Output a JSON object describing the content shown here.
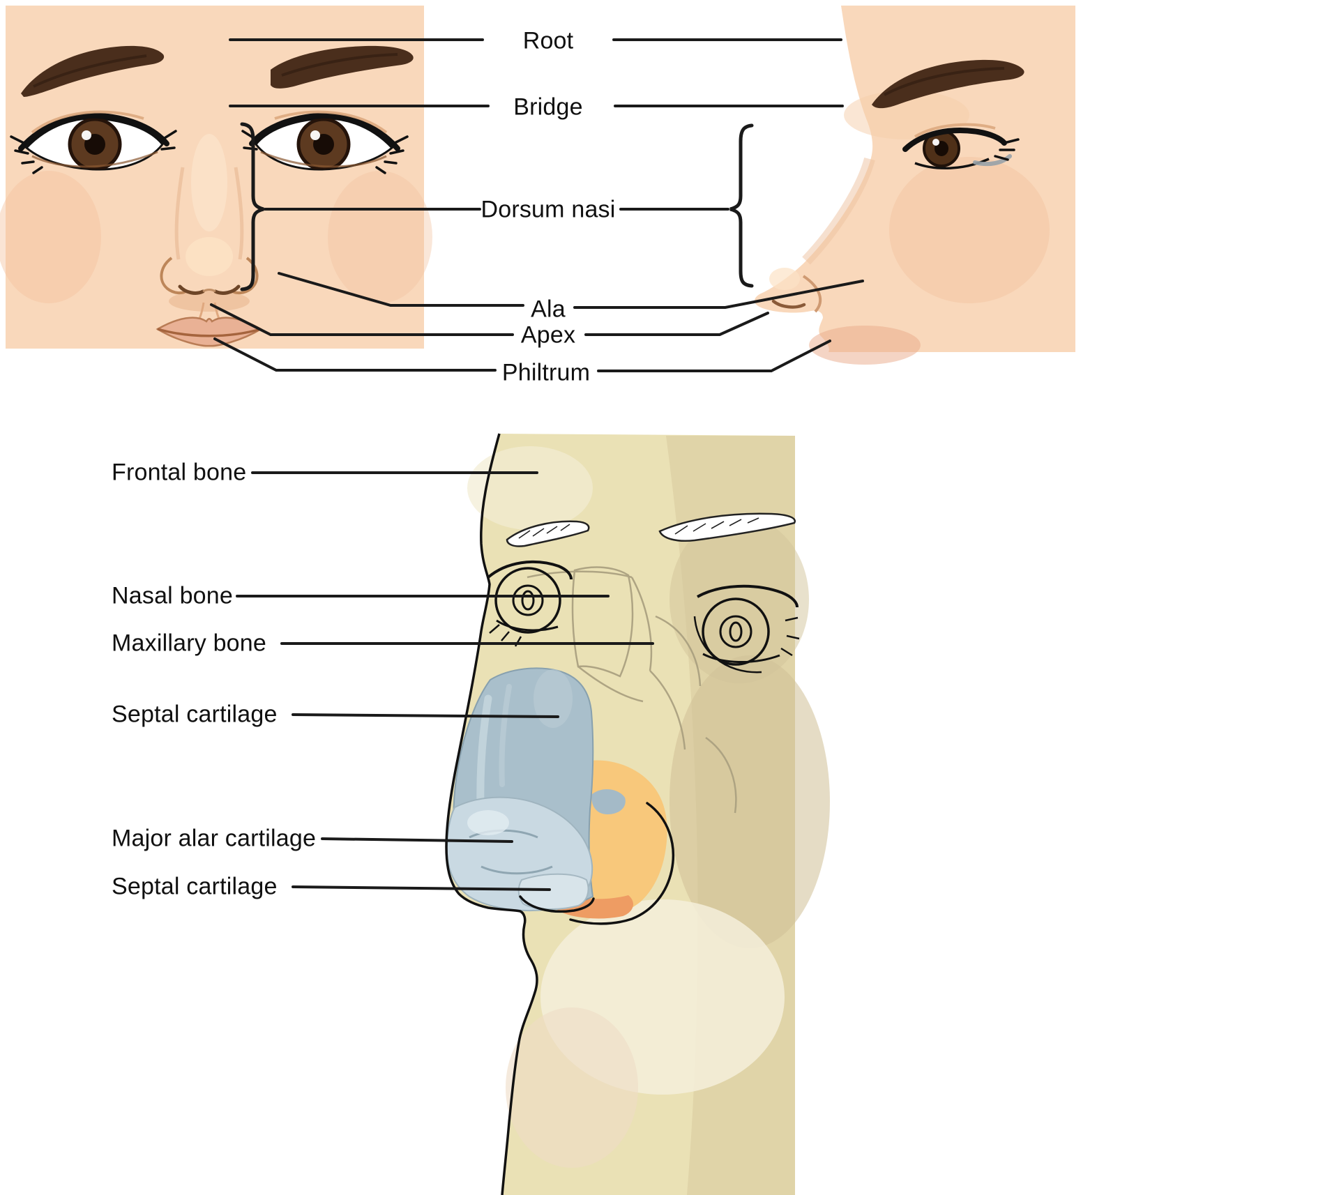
{
  "figure": {
    "surface_panel": {
      "labels": {
        "root": "Root",
        "bridge": "Bridge",
        "dorsum_nasi": "Dorsum nasi",
        "ala": "Ala",
        "apex": "Apex",
        "philtrum": "Philtrum"
      }
    },
    "skeletal_panel": {
      "labels": {
        "frontal_bone": "Frontal bone",
        "nasal_bone": "Nasal bone",
        "maxillary_bone": "Maxillary bone",
        "septal_cartilage_upper": "Septal cartilage",
        "major_alar_cartilage": "Major alar cartilage",
        "septal_cartilage_lower": "Septal cartilage"
      }
    },
    "colors": {
      "background": "#ffffff",
      "skin": "#f9d8bb",
      "eyebrow_brown": "#4a2e1c",
      "iris_brown": "#5d3a20",
      "bone_tan": "#eae1b5",
      "bone_shadow": "#dccfa4",
      "septal_cartilage_blue": "#a9bfcb",
      "alar_cartilage_blue": "#c9d9e2",
      "cartilage_orange": "#f8c87b",
      "cartilage_deep_orange": "#ee9c63",
      "line_black": "#1a1a1a"
    }
  }
}
